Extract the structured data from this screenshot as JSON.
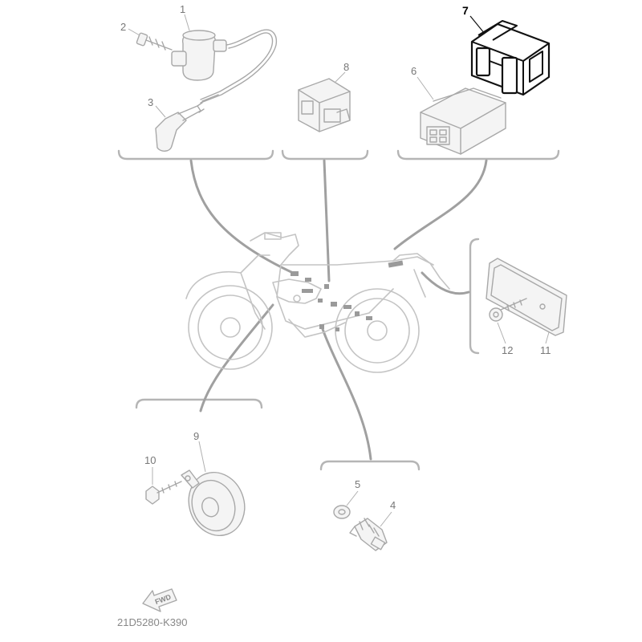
{
  "callouts": {
    "c1": "1",
    "c2": "2",
    "c3": "3",
    "c4": "4",
    "c5": "5",
    "c6": "6",
    "c7": "7",
    "c8": "8",
    "c9": "9",
    "c10": "10",
    "c11": "11",
    "c12": "12"
  },
  "highlighted_part": "7",
  "fwd_label": "FWD",
  "diagram_code": "21D5280-K390",
  "colors": {
    "part": "#a8a8a8",
    "highlight": "#111111",
    "bike": "#c4c4c4"
  }
}
